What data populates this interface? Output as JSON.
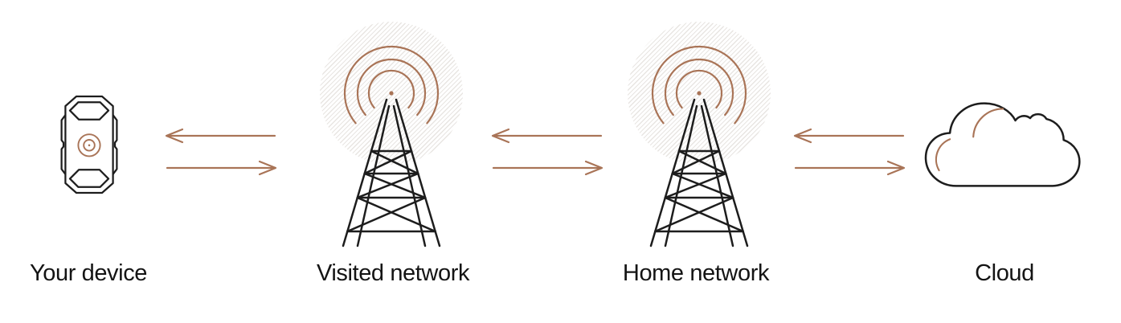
{
  "diagram": {
    "nodes": [
      {
        "id": "device",
        "label": "Your device",
        "icon": "tracker-device-icon"
      },
      {
        "id": "visited-network",
        "label": "Visited network",
        "icon": "radio-tower-icon"
      },
      {
        "id": "home-network",
        "label": "Home network",
        "icon": "radio-tower-icon"
      },
      {
        "id": "cloud",
        "label": "Cloud",
        "icon": "cloud-icon"
      }
    ],
    "connections": [
      {
        "between": [
          "device",
          "visited-network"
        ],
        "arrows": [
          "left",
          "right"
        ]
      },
      {
        "between": [
          "visited-network",
          "home-network"
        ],
        "arrows": [
          "left",
          "right"
        ]
      },
      {
        "between": [
          "home-network",
          "cloud"
        ],
        "arrows": [
          "left",
          "right"
        ]
      }
    ],
    "colors": {
      "accent": "#a97457",
      "outline": "#1d1d1d",
      "hatch": "#e8e5e2",
      "text": "#141414",
      "background": "#ffffff"
    }
  }
}
